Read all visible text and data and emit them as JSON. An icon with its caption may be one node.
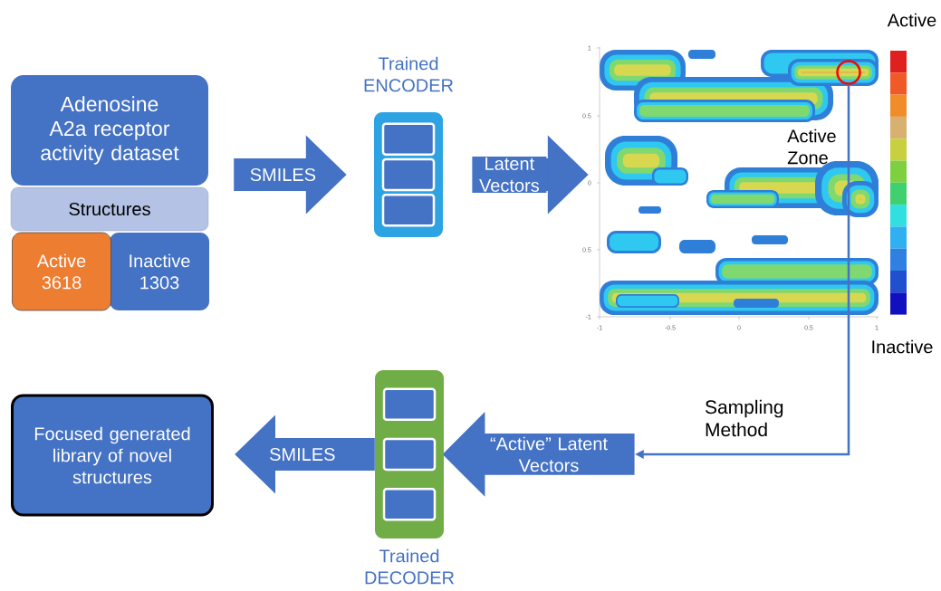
{
  "diagram": {
    "nodes": [
      {
        "text": [
          "Adenosine A2a receptor activity dataset"
        ]
      },
      {
        "text": [
          "Structures"
        ]
      },
      {
        "text": [
          "Active 3618"
        ]
      },
      {
        "text": [
          "Inactive 1303"
        ]
      },
      {
        "text": [
          "Trained ENCODER"
        ]
      },
      {
        "text": [],
        "shape": "picture"
      },
      {
        "text": [],
        "shape": "circle",
        "in": 5
      },
      {
        "text": [
          "“Active” Latent Vectors"
        ]
      },
      {
        "text": [
          "Trained DECODER"
        ]
      },
      {
        "text": [
          "Focused generated library of novel structures"
        ]
      }
    ],
    "edges": [
      {
        "from": 0,
        "to": 4,
        "arrow": "to",
        "label": "SMILES"
      },
      {
        "from": 4,
        "to": 5,
        "arrow": "to",
        "label": "Latent Vectors"
      },
      {
        "from": 6,
        "to": 7,
        "arrow": "to",
        "label": "Sampling Method"
      },
      {
        "from": 8,
        "to": 9,
        "arrow": "to",
        "label": "SMILES"
      }
    ],
    "labels": [
      "Active",
      "1",
      "0.5",
      "Active Zone",
      "0",
      "0.5",
      "-1",
      "-1",
      "-0.5",
      "0",
      "0.5",
      "1",
      "Inactive"
    ]
  }
}
